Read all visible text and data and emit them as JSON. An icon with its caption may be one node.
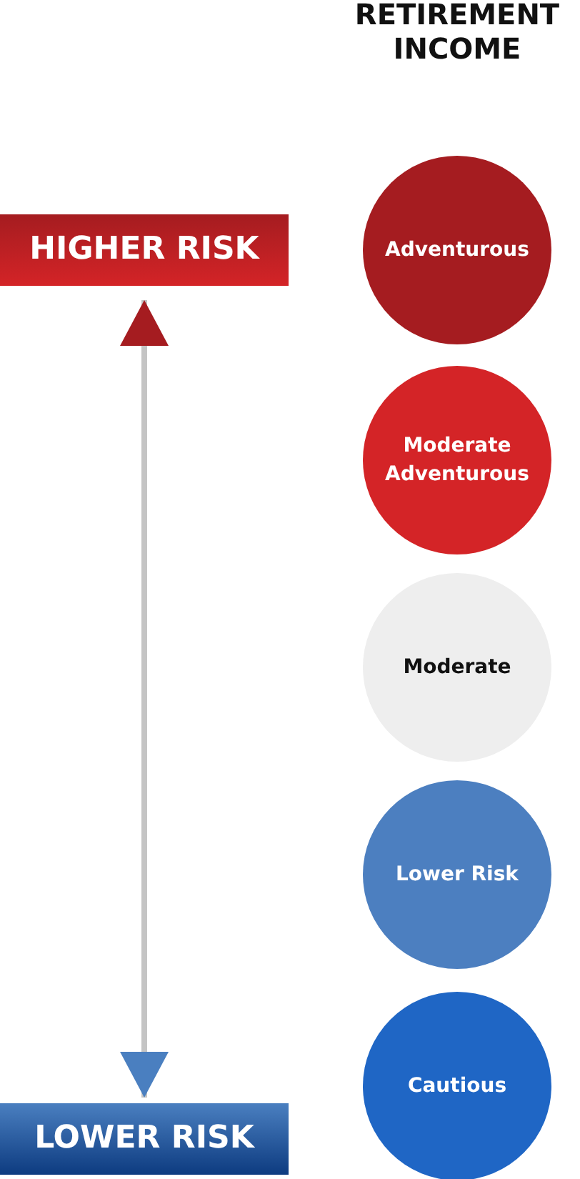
{
  "diagram": {
    "title": "RETIREMENT INCOME",
    "nodes": [
      {
        "text": [
          "HIGHER RISK"
        ]
      },
      {
        "text": [
          "Adventurous"
        ]
      },
      {
        "text": [
          "Moderate Adventurous"
        ]
      },
      {
        "text": [
          "Moderate"
        ]
      },
      {
        "text": [
          "Lower Risk"
        ]
      },
      {
        "text": [
          "Cautious"
        ]
      },
      {
        "text": [
          "LOWER RISK"
        ]
      }
    ],
    "edges": [
      {
        "from": 6,
        "to": 0,
        "arrow": "both"
      }
    ]
  }
}
